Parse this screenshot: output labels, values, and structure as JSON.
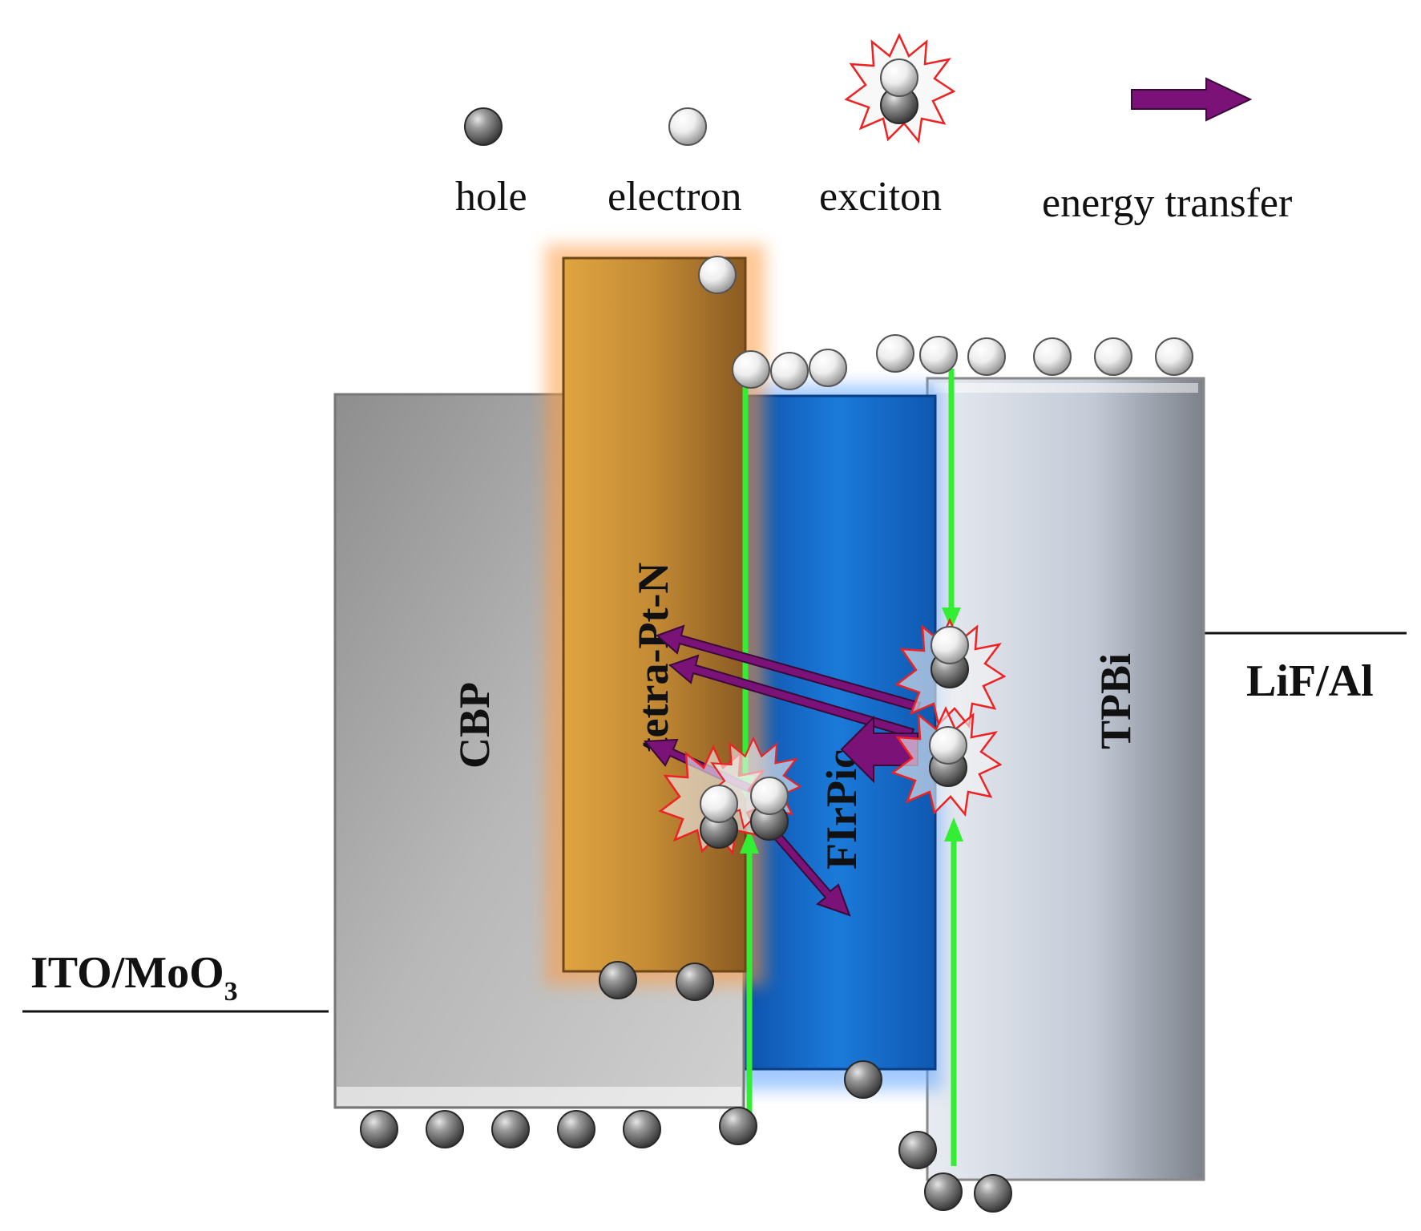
{
  "legend": {
    "hole": "hole",
    "electron": "electron",
    "exciton": "exciton",
    "energy_transfer": "energy transfer"
  },
  "layers": {
    "cbp": "CBP",
    "tetra_pt_n": "tetra-Pt-N",
    "firpic": "FIrPic",
    "tpbi": "TPBi"
  },
  "electrodes": {
    "anode": "ITO/MoO",
    "anode_subscript": "3",
    "cathode": "LiF/Al"
  },
  "colors": {
    "cbp": "#b3b3b3",
    "tetra_pt_n": "#c98f33",
    "firpic": "#1a6fcf",
    "tpbi": "#c8cfd9",
    "transport_arrow": "#33ee33",
    "energy_transfer_arrow": "#7a1278",
    "exciton_burst": "#ee2222"
  },
  "icons": {
    "hole": "hole-sphere-icon",
    "electron": "electron-sphere-icon",
    "exciton": "exciton-burst-icon",
    "energy_transfer": "purple-arrow-icon"
  }
}
